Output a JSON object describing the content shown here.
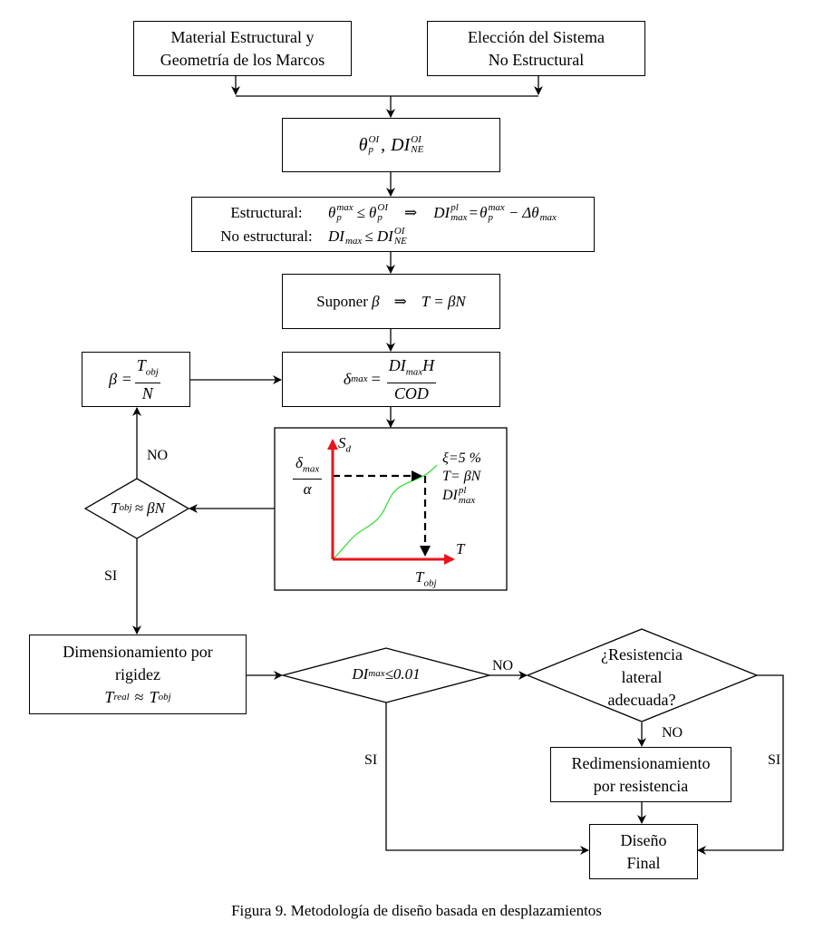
{
  "figure": {
    "caption": "Figura 9. Metodología de diseño basada en desplazamientos"
  },
  "nodes": {
    "material": {
      "line1": "Material Estructural y",
      "line2": "Geometría de los Marcos"
    },
    "eleccion": {
      "line1": "Elección del Sistema",
      "line2": "No Estructural"
    },
    "limits": {
      "theta": "θ",
      "theta_sub": "p",
      "theta_sup": "OI",
      "sep": ",",
      "di": "DI",
      "di_sub": "NE",
      "di_sup": "OI"
    },
    "criteria": {
      "estructural_label": "Estructural:",
      "estructural_expr_a": "θ",
      "estructural_leq": "≤",
      "estructural_implies": "⇒",
      "estructural_eq": "=",
      "estructural_minus": "− Δθ",
      "no_estructural_label": "No estructural:",
      "no_estructural_di": "DI",
      "no_estructural_leq": "≤ DI"
    },
    "suponer": {
      "text": "Suponer",
      "beta": "β",
      "implies": "⇒",
      "eq": "T = βN"
    },
    "delta": {
      "lhs": "δ",
      "lhs_sub": "max",
      "eq": "=",
      "num": "DI",
      "num_sub": "max",
      "num_tail": "H",
      "den": "COD"
    },
    "beta_update": {
      "lhs": "β =",
      "num": "T",
      "num_sub": "obj",
      "den": "N"
    },
    "decision_T": {
      "text_a": "T",
      "text_sub": "obj",
      "text_b": "≈ βN"
    },
    "dimensionamiento": {
      "line1": "Dimensionamiento por",
      "line2": "rigidez",
      "eq_a": "T",
      "eq_a_sub": "real",
      "eq_mid": "≈",
      "eq_b": "T",
      "eq_b_sub": "obj"
    },
    "decision_DI": {
      "text_a": "DI",
      "text_sub": "max",
      "text_b": "≤0.01"
    },
    "decision_resistencia": {
      "line1": "¿Resistencia",
      "line2": "lateral",
      "line3": "adecuada?"
    },
    "redimensionamiento": {
      "line1": "Redimensionamiento",
      "line2": "por resistencia"
    },
    "diseno_final": {
      "line1": "Diseño",
      "line2": "Final"
    }
  },
  "edge_labels": {
    "no_1": "NO",
    "si_1": "SI",
    "no_2": "NO",
    "no_3": "NO",
    "si_2": "SI",
    "si_3": "SI"
  },
  "spectrum_chart": {
    "y_axis_label": "S",
    "y_axis_sub": "d",
    "x_axis_label": "T",
    "y_marker_num": "δ",
    "y_marker_num_sub": "max",
    "y_marker_den": "α",
    "x_marker": "T",
    "x_marker_sub": "obj",
    "curve_label_1": "ξ=5 %",
    "curve_label_2": "T= βN",
    "curve_label_3": "DI",
    "curve_label_3_sup": "pl",
    "curve_label_3_sub": "max",
    "colors": {
      "axes": "#e8141c",
      "curve": "#3ddc3d",
      "guides": "#000000"
    }
  }
}
